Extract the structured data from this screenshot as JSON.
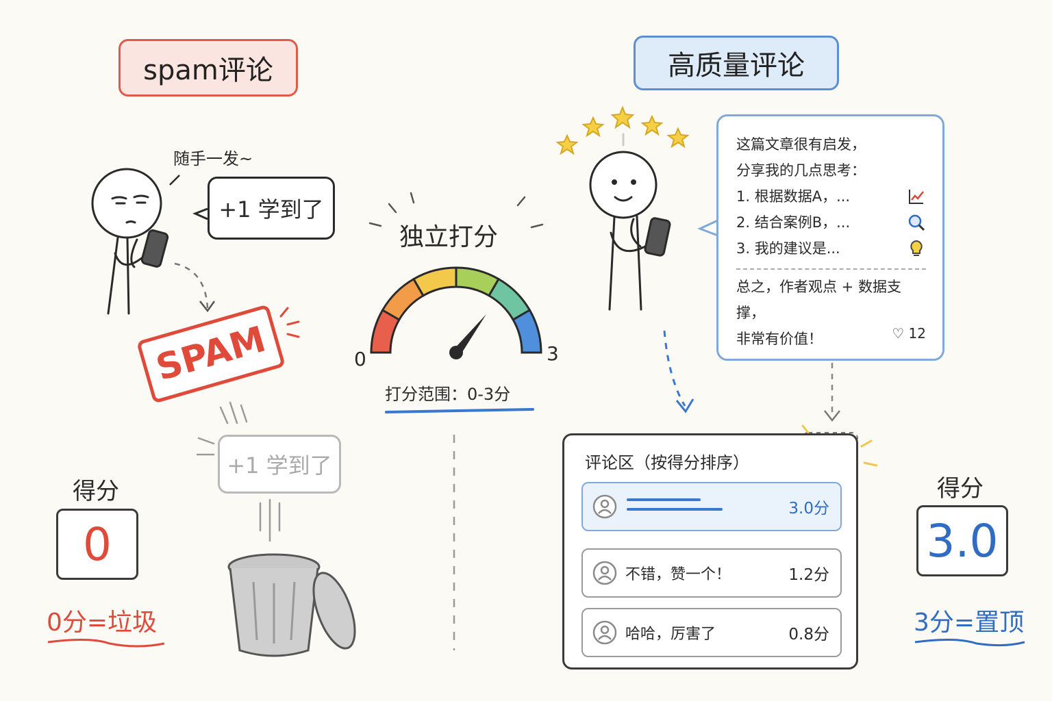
{
  "left": {
    "title": "spam评论",
    "casual_text": "随手一发~",
    "bubble": "+1 学到了",
    "stamp": "SPAM",
    "faded_bubble": "+1 学到了",
    "score_label": "得分",
    "score": "0",
    "caption": "0分=垃圾"
  },
  "center": {
    "title": "独立打分",
    "gauge_min": "0",
    "gauge_max": "3",
    "range_text": "打分范围：0-3分"
  },
  "right": {
    "title": "高质量评论",
    "comment": {
      "line1": "这篇文章很有启发，",
      "line2": "分享我的几点思考：",
      "item1": "1. 根据数据A，...",
      "item2": "2. 结合案例B，...",
      "item3": "3. 我的建议是...",
      "conclusion1": "总之，作者观点 + 数据支撑，",
      "conclusion2": "非常有价值！",
      "likes": "12"
    },
    "section_title": "评论区（按得分排序）",
    "rows": [
      {
        "text": "",
        "score": "3.0分"
      },
      {
        "text": "不错，赞一个！",
        "score": "1.2分"
      },
      {
        "text": "哈哈，厉害了",
        "score": "0.8分"
      }
    ],
    "score_label": "得分",
    "score": "3.0",
    "caption": "3分=置顶"
  },
  "colors": {
    "spam_red": "#e04a3a",
    "quality_blue": "#2f6cc2",
    "gauge": [
      "#e8604c",
      "#f29b48",
      "#f3c94c",
      "#a8cf5a",
      "#6fc4a2",
      "#4f8fdc"
    ]
  }
}
